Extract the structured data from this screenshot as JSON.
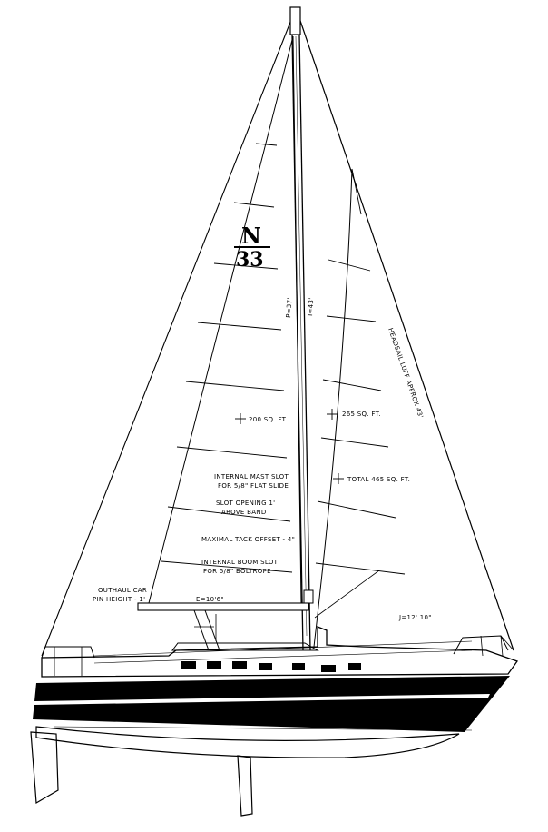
{
  "logo": {
    "letter": "N",
    "number": "33"
  },
  "labels": {
    "p": "P=37'",
    "i": "I=43'",
    "luff": "HEADSAIL LUFF APPROX 43'",
    "main_area": "200 SQ. FT.",
    "head_area": "265 SQ. FT.",
    "total_area": "TOTAL 465 SQ. FT.",
    "mast_slot_1": "INTERNAL MAST SLOT",
    "mast_slot_2": "FOR 5/8\" FLAT SLIDE",
    "slot_open_1": "SLOT OPENING 1'",
    "slot_open_2": "ABOVE BAND",
    "tack_offset": "MAXIMAL TACK OFFSET - 4\"",
    "boom_slot_1": "INTERNAL BOOM SLOT",
    "boom_slot_2": "FOR 5/8\" BOLTROPE",
    "outhaul_1": "OUTHAUL CAR",
    "outhaul_2": "PIN HEIGHT - 1'",
    "e": "E=10'6\"",
    "j": "J=12' 10\""
  },
  "colors": {
    "ink": "#000000",
    "paper": "#ffffff"
  }
}
